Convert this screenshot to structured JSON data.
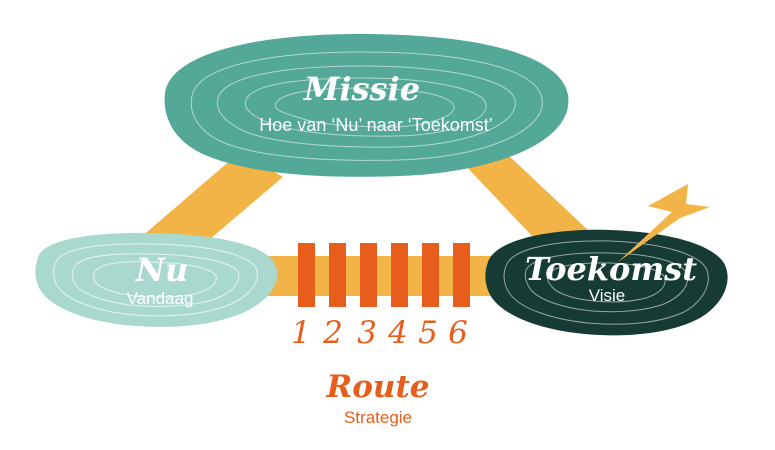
{
  "colors": {
    "path": "#f2b446",
    "missie": "#53a898",
    "nu": "#a9d8ce",
    "toekomst": "#163b34",
    "steps": "#e75e1c",
    "contour": "#ffffff",
    "arrow": "#f2b446"
  },
  "missie": {
    "title": "Missie",
    "subtitle": "Hoe van ‘Nu’ naar ‘Toekomst’"
  },
  "nu": {
    "title": "Nu",
    "subtitle": "Vandaag"
  },
  "toekomst": {
    "title": "Toekomst",
    "subtitle": "Visie"
  },
  "route": {
    "title": "Route",
    "subtitle": "Strategie",
    "steps": [
      "1",
      "2",
      "3",
      "4",
      "5",
      "6"
    ]
  }
}
